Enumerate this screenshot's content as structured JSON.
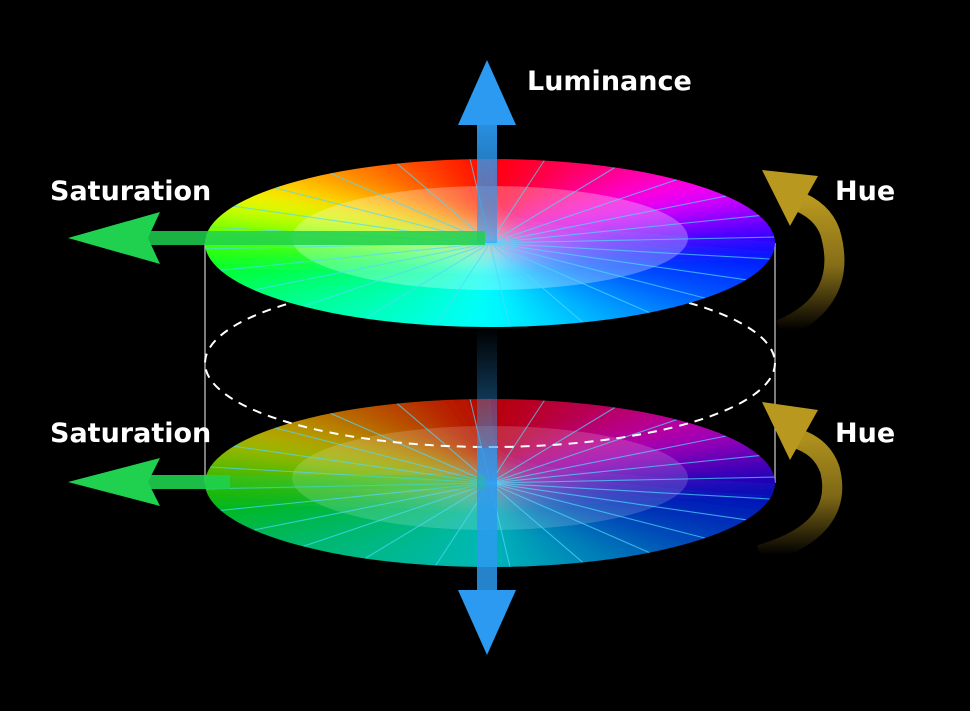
{
  "labels": {
    "luminance": "Luminance",
    "saturation_top": "Saturation",
    "saturation_bottom": "Saturation",
    "hue_top": "Hue",
    "hue_bottom": "Hue"
  },
  "colors": {
    "background": "#000000",
    "luminance_arrow": "#2b9af0",
    "saturation_arrow": "#1fd14f",
    "hue_arrow": "#a88a1e",
    "spokes": "#4fd8ff",
    "dashed_outline": "#ffffff"
  },
  "discs": [
    {
      "name": "upper-disc",
      "brightness": 1.0
    },
    {
      "name": "lower-disc",
      "brightness": 0.72
    }
  ],
  "spoke_count": 24
}
